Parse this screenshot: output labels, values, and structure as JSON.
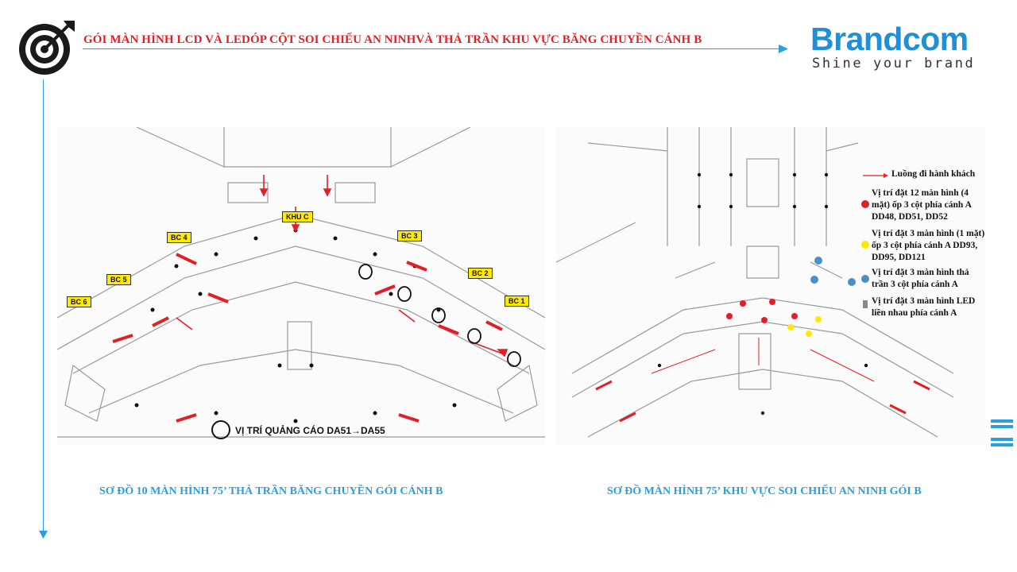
{
  "header": {
    "title": "GÓI MÀN HÌNH LCD VÀ LEDÓP CỘT SOI CHIẾU AN NINHVÀ THẢ TRẦN KHU VỰC BĂNG CHUYỀN CÁNH B",
    "brand_name": "Brandcom",
    "brand_tagline": "Shine your brand",
    "accent_color": "#e21f26",
    "brand_color": "#1f8fd6"
  },
  "left_map": {
    "zone_label": "KHU C",
    "belt_labels": [
      "BC 6",
      "BC 5",
      "BC 4",
      "BC 3",
      "BC 2",
      "BC 1"
    ],
    "note": "VỊ TRÍ QUẢNG CÁO DA51→DA55",
    "caption": "SƠ ĐỒ 10 MÀN HÌNH 75’ THẢ TRẦN BĂNG CHUYỀN GÓI CÁNH B"
  },
  "right_map": {
    "legend": [
      {
        "icon": "arrow-icon",
        "text": "Luồng đi hành khách"
      },
      {
        "icon": "red-dot-icon",
        "text": "Vị trí đặt 12 màn hình (4 mặt) ốp 3 cột phía cánh A DD48, DD51, DD52"
      },
      {
        "icon": "yellow-dot-icon",
        "text": "Vị trí đặt 3 màn hình (1 mặt) ốp 3 cột phía cánh A DD93, DD95, DD121"
      },
      {
        "icon": "blue-dot-icon",
        "text": "Vị trí đặt 3 màn hình thả trần 3 cột phía cánh A"
      },
      {
        "icon": "grey-rect-icon",
        "text": "Vị trí đặt 3 màn hình LED liền nhau phía cánh A"
      }
    ],
    "caption": "SƠ ĐỒ MÀN HÌNH 75’ KHU VỰC SOI CHIẾU AN NINH GÓI B"
  }
}
